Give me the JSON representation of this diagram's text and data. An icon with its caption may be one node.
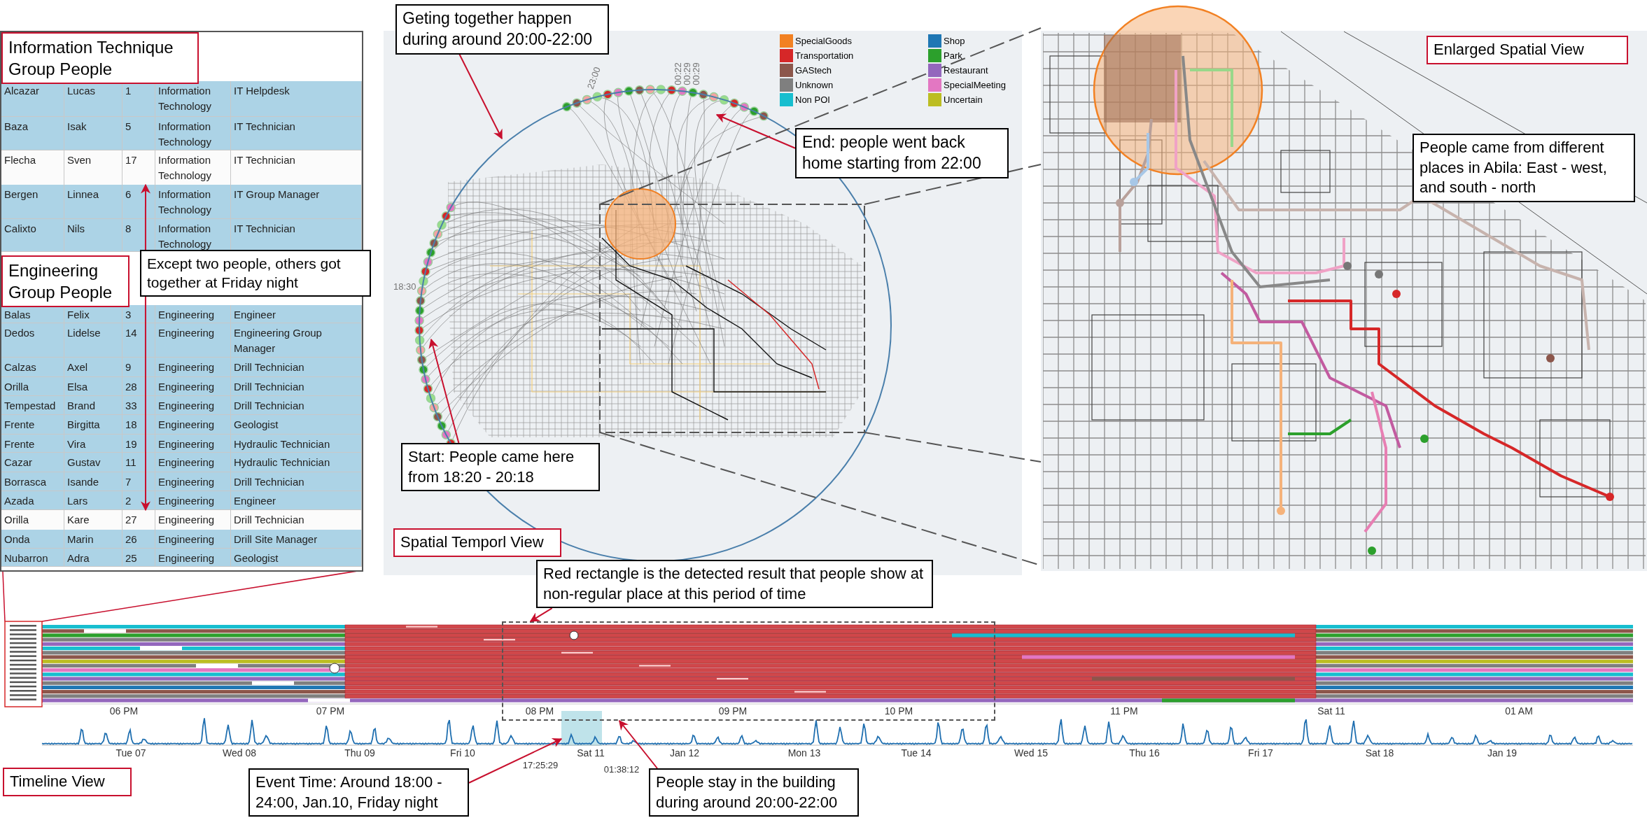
{
  "diagram": {
    "nodes": [
      {
        "text": [
          "Information Technique Group People"
        ]
      },
      {
        "text": [
          "Flecha",
          "Sven",
          "17",
          "Information Technology",
          "IT Technician"
        ]
      },
      {
        "text": [
          "Engineering Group People"
        ]
      },
      {
        "text": [
          "Except two people, others got together at Friday night"
        ]
      },
      {
        "text": [
          "Orilla",
          "Kare",
          "27",
          "Engineering",
          "Drill Technician"
        ]
      },
      {
        "text": [
          "Geting together happen during around 20:00-22:00"
        ]
      },
      {
        "text": [
          "End: people went back home starting from 22:00"
        ]
      },
      {
        "text": [
          "Start: People came here from 18:20 - 20:18"
        ]
      },
      {
        "text": [
          "Spatial Temporl View"
        ]
      },
      {
        "text": [
          "Enlarged Spatial View"
        ]
      },
      {
        "text": [
          "People came from different places in Abila: East - west, and south - north"
        ]
      },
      {
        "text": [
          "Red rectangle is the detected result that people show at non-regular place at this period of time"
        ]
      },
      {
        "text": [],
        "shape": "box"
      },
      {
        "text": [
          "Timeline View"
        ]
      },
      {
        "text": [
          "Event Time: Around 18:00 - 24:00, Jan.10, Friday night"
        ]
      },
      {
        "text": [
          "People stay in the building during around 20:00-22:00"
        ]
      },
      {
        "text": [],
        "shape": "box"
      }
    ],
    "edges": [
      {
        "from": 3,
        "to": 1,
        "arrow": "to"
      },
      {
        "from": 3,
        "to": 4,
        "arrow": "to"
      },
      {
        "from": 5,
        "to": null,
        "arrow": "to"
      },
      {
        "from": 6,
        "to": null,
        "arrow": "to"
      },
      {
        "from": 7,
        "to": null,
        "arrow": "to"
      },
      {
        "from": 11,
        "to": 12,
        "arrow": "to"
      },
      {
        "from": 14,
        "to": 16,
        "arrow": "to"
      },
      {
        "from": 15,
        "to": 12,
        "arrow": "to"
      }
    ],
    "labels": [
      "Alcazar",
      "Lucas",
      "1",
      "Information Technology",
      "IT Helpdesk",
      "Baza",
      "Isak",
      "5",
      "Information Technology",
      "IT Technician",
      "Bergen",
      "Linnea",
      "6",
      "Information Technology",
      "IT Group Manager",
      "Calixto",
      "Nils",
      "8",
      "Information Technology",
      "IT Technician",
      "Balas",
      "Felix",
      "3",
      "Engineering",
      "Engineer",
      "Dedos",
      "Lidelse",
      "14",
      "Engineering",
      "Engineering Group Manager",
      "Calzas",
      "Axel",
      "9",
      "Engineering",
      "Drill Technician",
      "Orilla",
      "Elsa",
      "28",
      "Engineering",
      "Drill Technician",
      "Tempestad",
      "Brand",
      "33",
      "Engineering",
      "Drill Technician",
      "Frente",
      "Birgitta",
      "18",
      "Engineering",
      "Geologist",
      "Frente",
      "Vira",
      "19",
      "Engineering",
      "Hydraulic Technician",
      "Cazar",
      "Gustav",
      "11",
      "Engineering",
      "Hydraulic Technician",
      "Borrasca",
      "Isande",
      "7",
      "Engineering",
      "Drill Technician",
      "Azada",
      "Lars",
      "2",
      "Engineering",
      "Engineer",
      "Onda",
      "Marin",
      "26",
      "Engineering",
      "Drill Site Manager",
      "Nubarron",
      "Adra",
      "25",
      "Engineering",
      "Geologist",
      "23:00",
      "00:22",
      "00:29",
      "00:29",
      "18:30",
      "06 PM",
      "07 PM",
      "08 PM",
      "09 PM",
      "10 PM",
      "11 PM",
      "Sat 11",
      "01 AM",
      "Tue 07",
      "Wed 08",
      "Thu 09",
      "Fri 10",
      "Sat 11",
      "Jan 12",
      "Mon 13",
      "Tue 14",
      "Wed 15",
      "Thu 16",
      "Fri 17",
      "Sat 18",
      "Jan 19",
      "17:25:29",
      "01:38:12"
    ],
    "legend": [
      {
        "text": "SpecialGoods",
        "color": "#f28123"
      },
      {
        "text": "Transportation",
        "color": "#d62728"
      },
      {
        "text": "GAStech",
        "color": "#8c564b"
      },
      {
        "text": "Unknown",
        "color": "#7f7f7f"
      },
      {
        "text": "Non POI",
        "color": "#17becf"
      },
      {
        "text": "Shop",
        "color": "#1f77b4"
      },
      {
        "text": "Park",
        "color": "#2ca02c"
      },
      {
        "text": "Restaurant",
        "color": "#9467bd"
      },
      {
        "text": "SpecialMeeting",
        "color": "#e377c2"
      },
      {
        "text": "Uncertain",
        "color": "#bcbd22"
      }
    ]
  }
}
